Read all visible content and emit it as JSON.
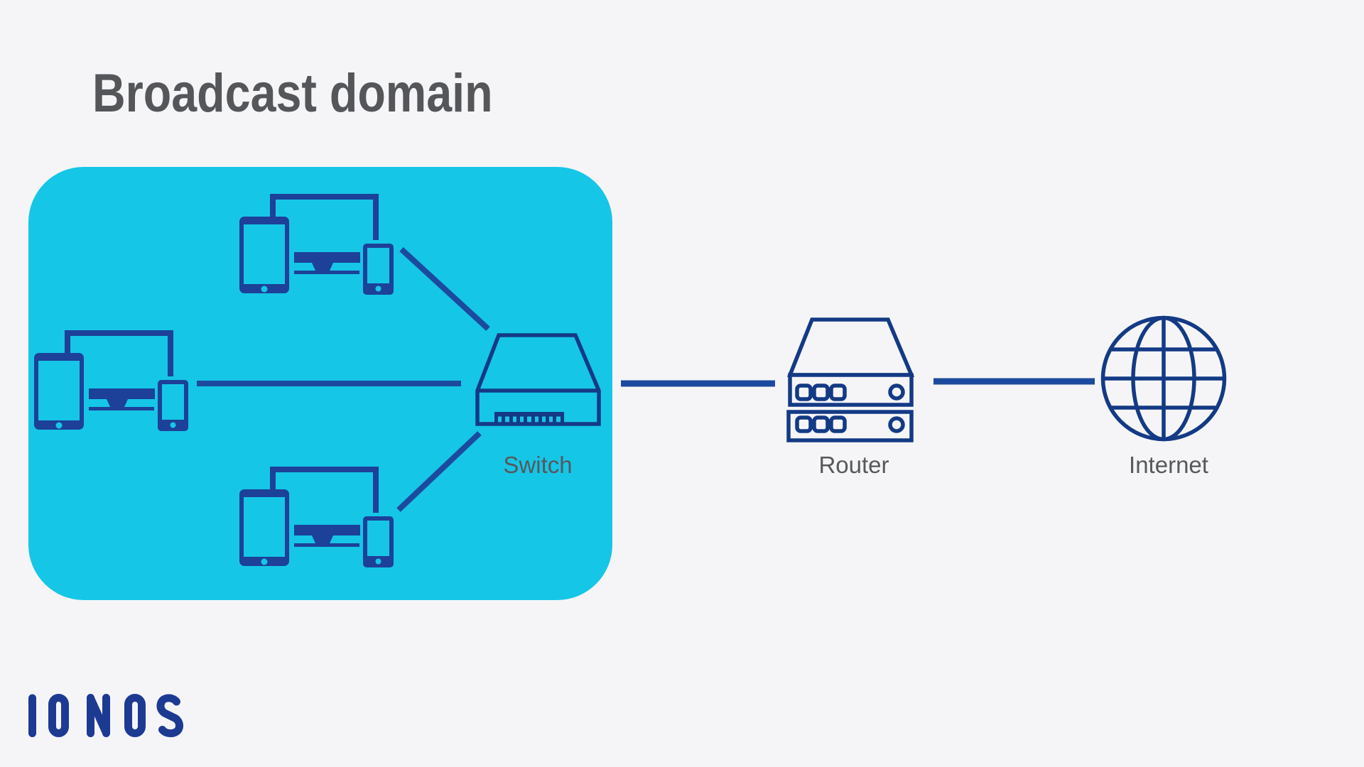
{
  "title": "Broadcast domain",
  "diagram": {
    "nodes": [
      {
        "id": "switch",
        "label": "Switch",
        "icon": "network-switch-icon"
      },
      {
        "id": "router",
        "label": "Router",
        "icon": "router-icon"
      },
      {
        "id": "internet",
        "label": "Internet",
        "icon": "globe-icon"
      }
    ],
    "device_groups": [
      {
        "id": "group-1",
        "devices": [
          "tablet",
          "tv",
          "smartphone"
        ],
        "connects_to": "switch"
      },
      {
        "id": "group-2",
        "devices": [
          "tablet",
          "tv",
          "smartphone"
        ],
        "connects_to": "switch"
      },
      {
        "id": "group-3",
        "devices": [
          "tablet",
          "tv",
          "smartphone"
        ],
        "connects_to": "switch"
      }
    ],
    "connections": [
      {
        "from": "group-1",
        "to": "switch"
      },
      {
        "from": "group-2",
        "to": "switch"
      },
      {
        "from": "group-3",
        "to": "switch"
      },
      {
        "from": "switch",
        "to": "router"
      },
      {
        "from": "router",
        "to": "internet"
      }
    ]
  },
  "footer": {
    "brand": "IONOS"
  },
  "colors": {
    "bg": "#f5f5f7",
    "panel": "#16c6e7",
    "device": "#1d4098",
    "outline": "#143a85",
    "line": "#1c4a9e",
    "txt": "#54565a",
    "label": "#56585c",
    "logo": "#1d3a93"
  }
}
